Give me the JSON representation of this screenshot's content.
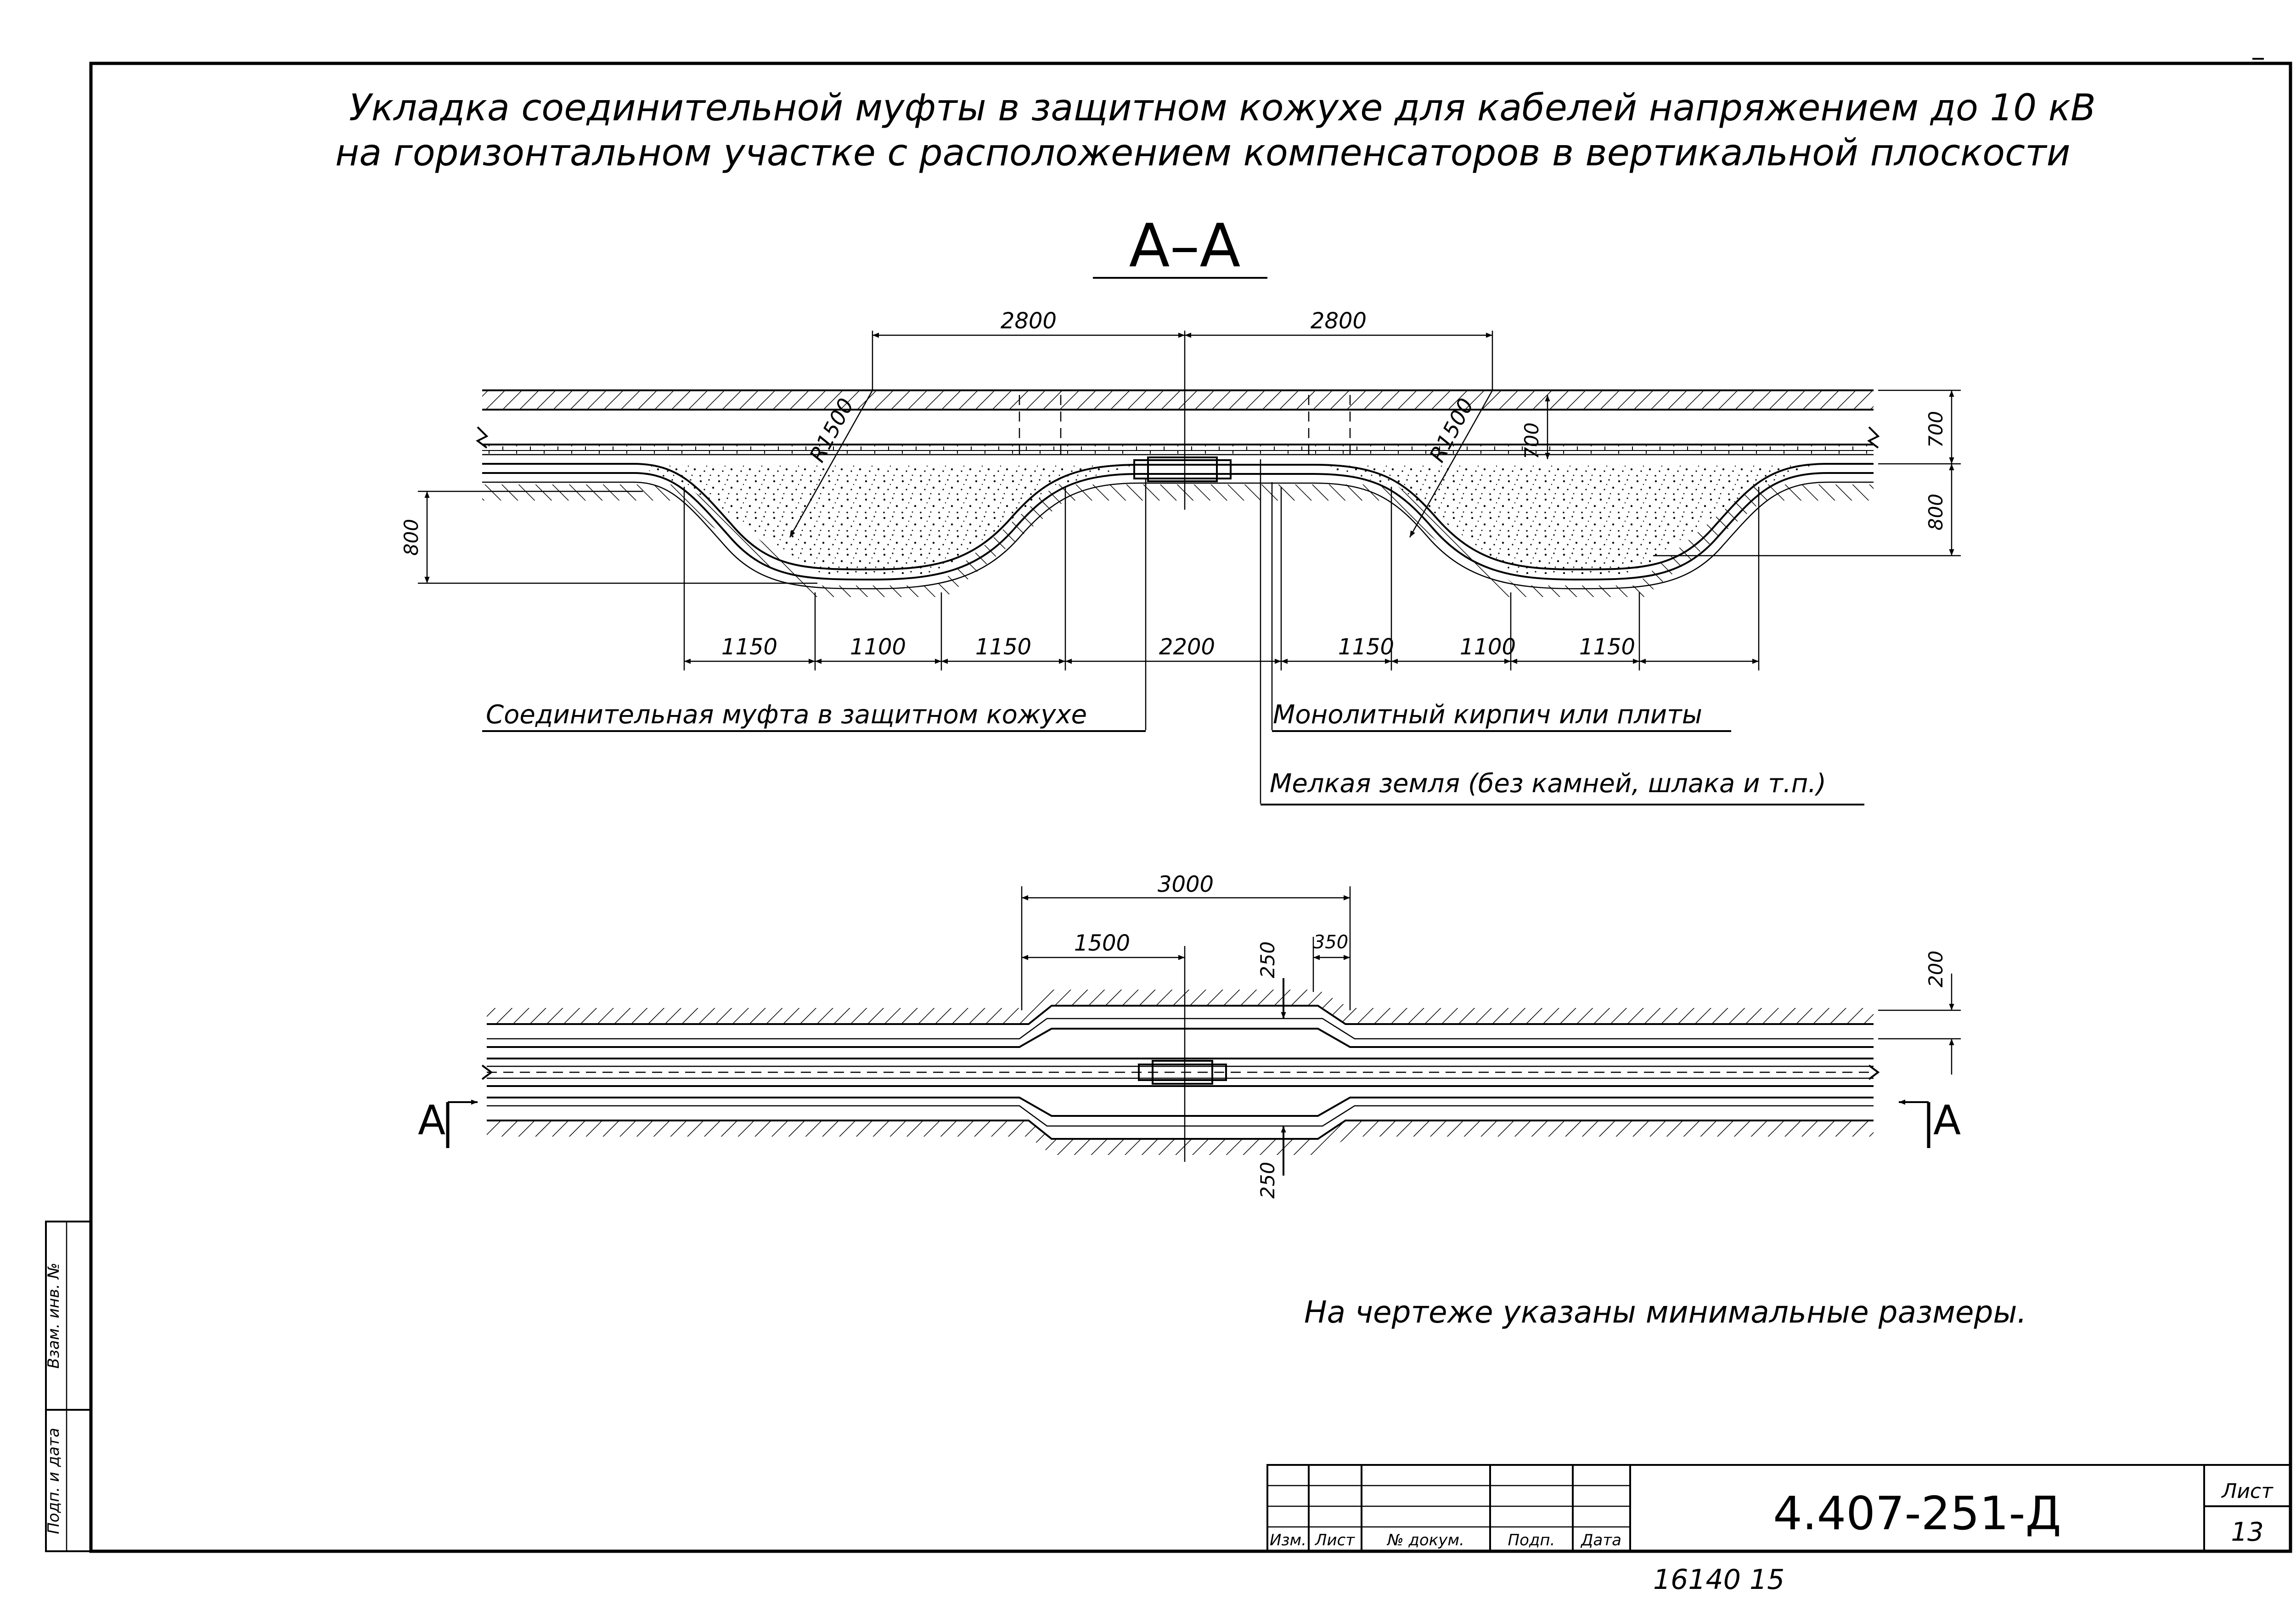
{
  "title": {
    "line1": "Укладка соединительной  муфты в защитном кожухе для кабелей напряжением до 10 кВ",
    "line2": "на горизонтальном  участке с расположением компенсаторов в вертикальной плоскости"
  },
  "section_label": "А–А",
  "section_view": {
    "dims_top": [
      "2800",
      "2800"
    ],
    "radius_labels": [
      "R1500",
      "R1500"
    ],
    "dim_right_top": "700",
    "dim_right_bottom": "800",
    "dim_left": "800",
    "dim_inner": "700",
    "dims_bottom": [
      "1150",
      "1100",
      "1150",
      "2200",
      "1150",
      "1100",
      "1150"
    ]
  },
  "callouts": {
    "coupling": "Соединительная  муфта в защитном кожухе",
    "brick": "Монолитный кирпич или плиты",
    "soil": "Мелкая земля (без камней, шлака и т.п.)"
  },
  "plan_view": {
    "dim_total": "3000",
    "dim_half": "1500",
    "dim_250_top": "250",
    "dim_350": "350",
    "dim_200": "200",
    "dim_250_bottom": "250",
    "cut_label_left": "А",
    "cut_label_right": "А"
  },
  "note": "На чертеже указаны минимальные размеры.",
  "title_block": {
    "doc_number": "4.407-251-Д",
    "sheet_label": "Лист",
    "sheet_number": "13",
    "columns": [
      "Изм.",
      "Лист",
      "№ докум.",
      "Подп.",
      "Дата"
    ]
  },
  "footer_number": "16140  15",
  "side_stamp": {
    "upper": "Взам. инв. №",
    "lower": "Подп. и дата"
  }
}
